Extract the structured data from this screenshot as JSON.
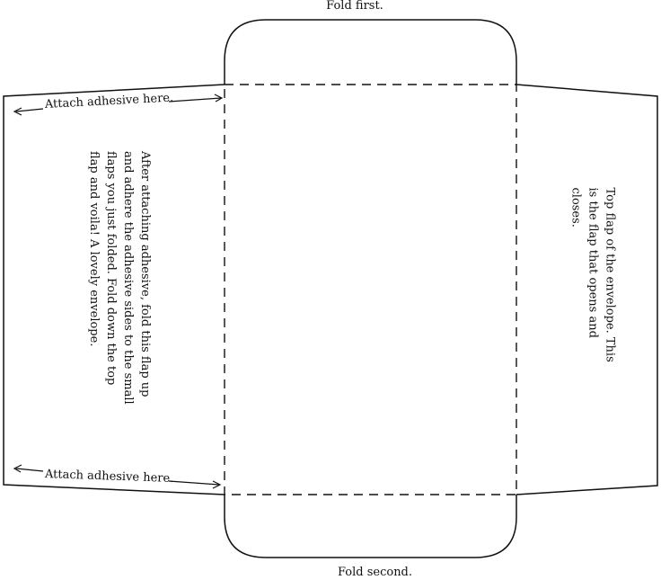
{
  "labels": {
    "fold_first": "Fold first.",
    "fold_second": "Fold second.",
    "adhesive_top": "Attach adhesive here.",
    "adhesive_bottom": "Attach adhesive here."
  },
  "left_flap_note": {
    "lines": [
      "After attaching adhesive, fold this flap up",
      "and adhere the adhesive sides to the small",
      "flaps you just folded. Fold down the top",
      "flap and voila! A lovely envelope."
    ]
  },
  "right_flap_note": {
    "lines": [
      "Top flap of the envelope. This",
      "is the flap that opens and",
      "closes."
    ]
  },
  "colors": {
    "line": "#111111",
    "background": "#ffffff"
  }
}
